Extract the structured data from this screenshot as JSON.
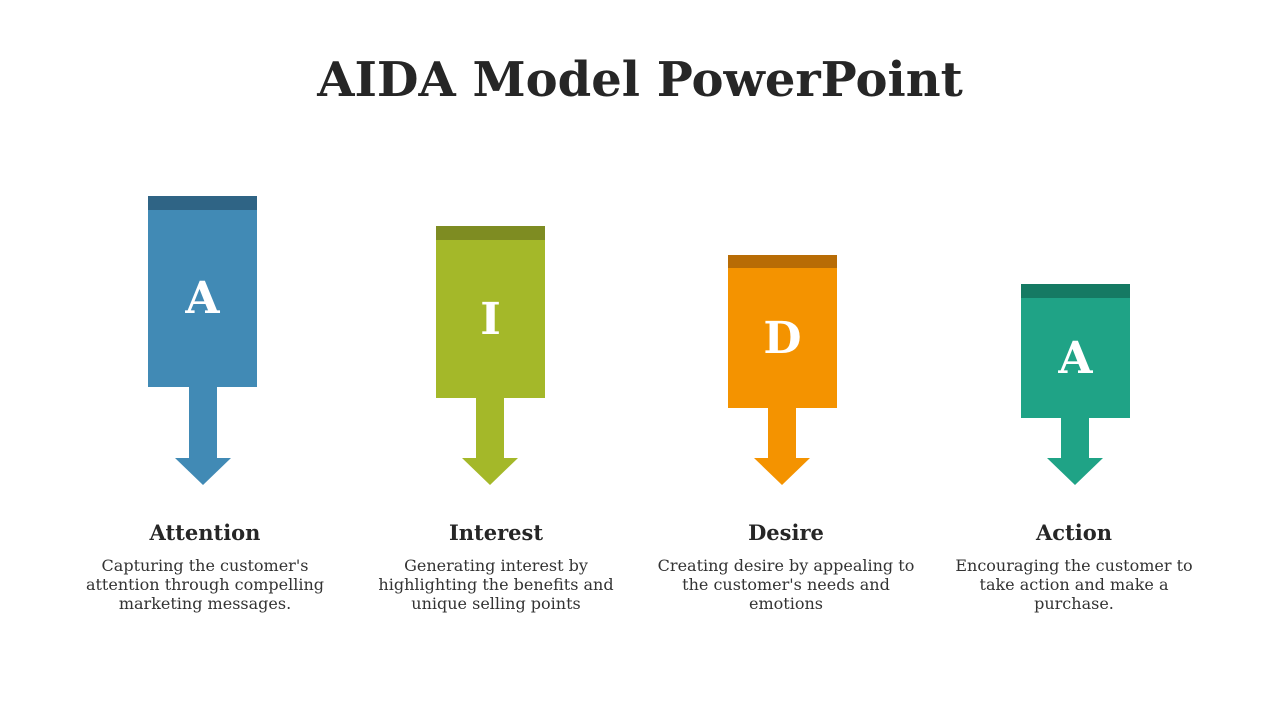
{
  "title": "AIDA Model PowerPoint",
  "stages": [
    {
      "letter": "A",
      "label": "Attention",
      "description": "Capturing the customer's attention through compelling marketing messages.",
      "color": "#418ab5",
      "cap_color": "#2f6485"
    },
    {
      "letter": "I",
      "label": "Interest",
      "description": "Generating interest by highlighting the benefits and unique selling points",
      "color": "#a4b829",
      "cap_color": "#7e8c22"
    },
    {
      "letter": "D",
      "label": "Desire",
      "description": "Creating desire by appealing to the customer's needs and emotions",
      "color": "#f49300",
      "cap_color": "#b86c05"
    },
    {
      "letter": "A",
      "label": "Action",
      "description": "Encouraging the customer to take action and make a purchase.",
      "color": "#1fa386",
      "cap_color": "#157a63"
    }
  ]
}
